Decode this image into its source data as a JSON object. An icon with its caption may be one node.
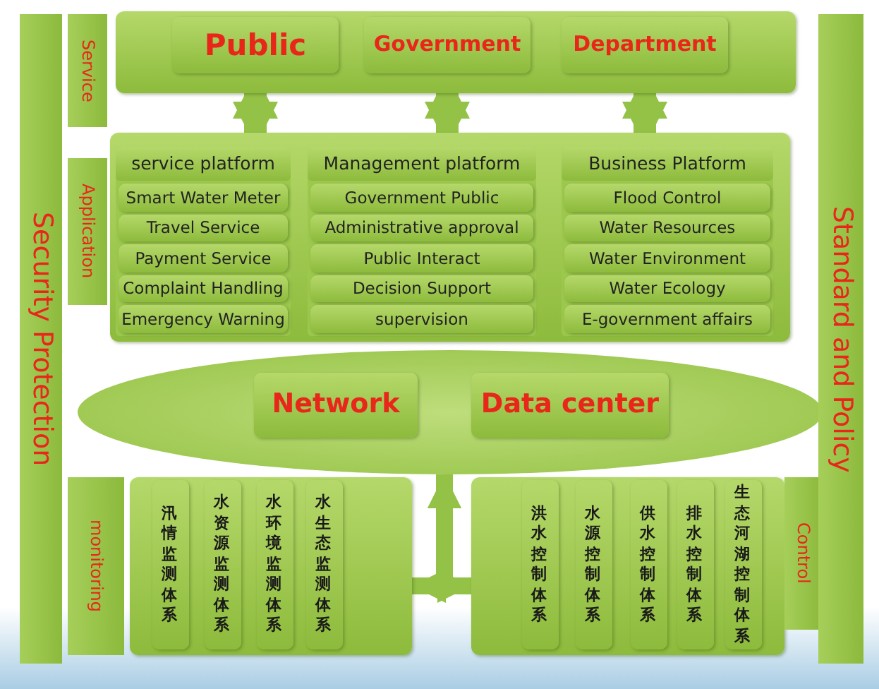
{
  "diagram": {
    "nodes": [
      {
        "text": [
          "Security Protection"
        ]
      },
      {
        "text": [
          "Service"
        ]
      },
      {
        "text": [],
        "shape": "box"
      },
      {
        "text": [
          "Public"
        ],
        "in": 2
      },
      {
        "text": [
          "Government"
        ],
        "in": 2
      },
      {
        "text": [
          "Department"
        ],
        "in": 2
      },
      {
        "text": [
          "Application"
        ]
      },
      {
        "text": [],
        "shape": "box"
      },
      {
        "text": [
          "service platform"
        ],
        "in": 7
      },
      {
        "text": [
          "Smart Water Meter"
        ],
        "in": 8
      },
      {
        "text": [
          "Travel Service"
        ],
        "in": 8
      },
      {
        "text": [
          "Payment Service"
        ],
        "in": 8
      },
      {
        "text": [
          "Complaint Handling"
        ],
        "in": 8
      },
      {
        "text": [
          "Emergency Warning"
        ],
        "in": 8
      },
      {
        "text": [
          "Management platform"
        ],
        "in": 7
      },
      {
        "text": [
          "Government Public"
        ],
        "in": 14
      },
      {
        "text": [
          "Administrative approval"
        ],
        "in": 14
      },
      {
        "text": [
          "Public Interact"
        ],
        "in": 14
      },
      {
        "text": [
          "Decision Support"
        ],
        "in": 14
      },
      {
        "text": [
          "supervision"
        ],
        "in": 14
      },
      {
        "text": [
          "Business Platform"
        ],
        "in": 7
      },
      {
        "text": [
          "Flood Control"
        ],
        "in": 20
      },
      {
        "text": [
          "Water Resources"
        ],
        "in": 20
      },
      {
        "text": [
          "Water Environment"
        ],
        "in": 20
      },
      {
        "text": [
          "Water Ecology"
        ],
        "in": 20
      },
      {
        "text": [
          "E-government affairs"
        ],
        "in": 20
      },
      {
        "text": [],
        "shape": "ellipse"
      },
      {
        "text": [
          "Network"
        ],
        "in": 26
      },
      {
        "text": [
          "Data center"
        ],
        "in": 26
      },
      {
        "text": [
          "monitoring"
        ]
      },
      {
        "text": [],
        "shape": "box"
      },
      {
        "text": [
          "汛情监测体系"
        ],
        "in": 30
      },
      {
        "text": [
          "水资源监测体系"
        ],
        "in": 30
      },
      {
        "text": [
          "水环境监测体系"
        ],
        "in": 30
      },
      {
        "text": [
          "水生态监测体系"
        ],
        "in": 30
      },
      {
        "text": [],
        "shape": "box"
      },
      {
        "text": [
          "洪水控制体系"
        ],
        "in": 35
      },
      {
        "text": [
          "水源控制体系"
        ],
        "in": 35
      },
      {
        "text": [
          "供水控制体系"
        ],
        "in": 35
      },
      {
        "text": [
          "排水控制体系"
        ],
        "in": 35
      },
      {
        "text": [
          "生态河湖控制体系"
        ],
        "in": 35
      },
      {
        "text": [
          "Control"
        ]
      },
      {
        "text": [
          "Standard and Policy"
        ]
      }
    ],
    "edges": [
      {
        "from": 3,
        "to": 8,
        "arrow": "both"
      },
      {
        "from": 4,
        "to": 14,
        "arrow": "both"
      },
      {
        "from": 5,
        "to": 20,
        "arrow": "both"
      },
      {
        "from": 26,
        "to": 30,
        "arrow": "both"
      },
      {
        "from": 26,
        "to": 35,
        "arrow": "both"
      }
    ]
  }
}
